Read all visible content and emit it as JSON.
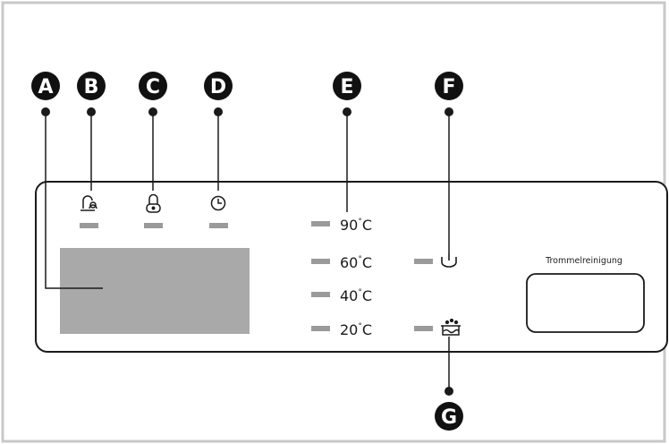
{
  "callouts": {
    "a": "A",
    "b": "B",
    "c": "C",
    "d": "D",
    "e": "E",
    "f": "F",
    "g": "G"
  },
  "temperatures": {
    "t90": "90",
    "t60": "60",
    "t40": "40",
    "t20": "20",
    "unit": "C",
    "degree": "°"
  },
  "button": {
    "label": "Trommelreinigung"
  },
  "icons": {
    "b": "child-lock-icon",
    "c": "door-lock-icon",
    "d": "clock-icon",
    "f": "power-icon",
    "g": "drum-clean-icon"
  },
  "colors": {
    "outline": "#1a1a1a",
    "indicator": "#9a9a9a",
    "display": "#a9a9a9",
    "frame": "#c8c8c8"
  }
}
